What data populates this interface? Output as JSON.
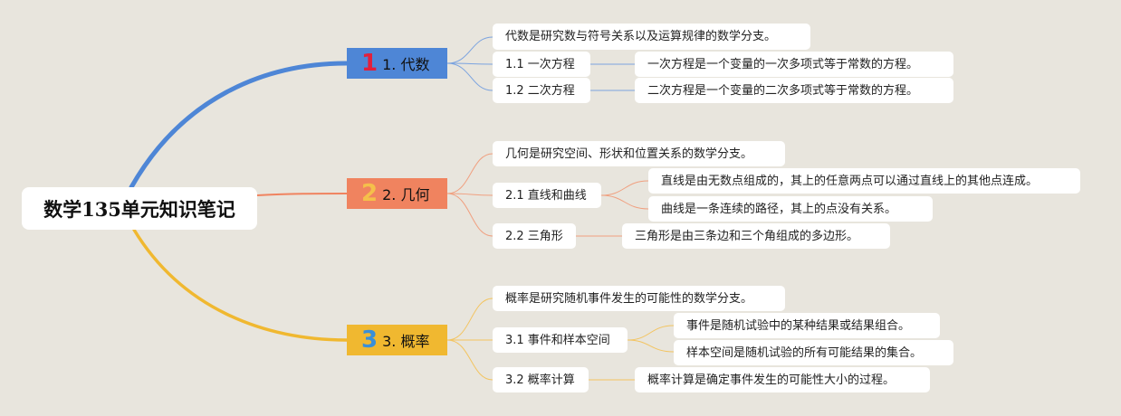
{
  "root": {
    "label": "数学135单元知识笔记"
  },
  "colors": {
    "background": "#e8e5dd",
    "algebra": "#4e86d6",
    "geometry": "#f0835f",
    "probability": "#f0b830"
  },
  "branches": [
    {
      "number": "1",
      "label": "1. 代数",
      "fill": "#4e86d6",
      "num_color": "#e2203c",
      "summary": "代数是研究数与符号关系以及运算规律的数学分支。",
      "topics": [
        {
          "label": "1.1 一次方程",
          "notes": [
            "一次方程是一个变量的一次多项式等于常数的方程。"
          ]
        },
        {
          "label": "1.2 二次方程",
          "notes": [
            "二次方程是一个变量的二次多项式等于常数的方程。"
          ]
        }
      ]
    },
    {
      "number": "2",
      "label": "2. 几何",
      "fill": "#f0835f",
      "num_color": "#f5c04a",
      "summary": "几何是研究空间、形状和位置关系的数学分支。",
      "topics": [
        {
          "label": "2.1 直线和曲线",
          "notes": [
            "直线是由无数点组成的，其上的任意两点可以通过直线上的其他点连成。",
            "曲线是一条连续的路径，其上的点没有关系。"
          ]
        },
        {
          "label": "2.2 三角形",
          "notes": [
            "三角形是由三条边和三个角组成的多边形。"
          ]
        }
      ]
    },
    {
      "number": "3",
      "label": "3. 概率",
      "fill": "#f0b830",
      "num_color": "#3a8fd8",
      "summary": "概率是研究随机事件发生的可能性的数学分支。",
      "topics": [
        {
          "label": "3.1 事件和样本空间",
          "notes": [
            "事件是随机试验中的某种结果或结果组合。",
            "样本空间是随机试验的所有可能结果的集合。"
          ]
        },
        {
          "label": "3.2 概率计算",
          "notes": [
            "概率计算是确定事件发生的可能性大小的过程。"
          ]
        }
      ]
    }
  ]
}
